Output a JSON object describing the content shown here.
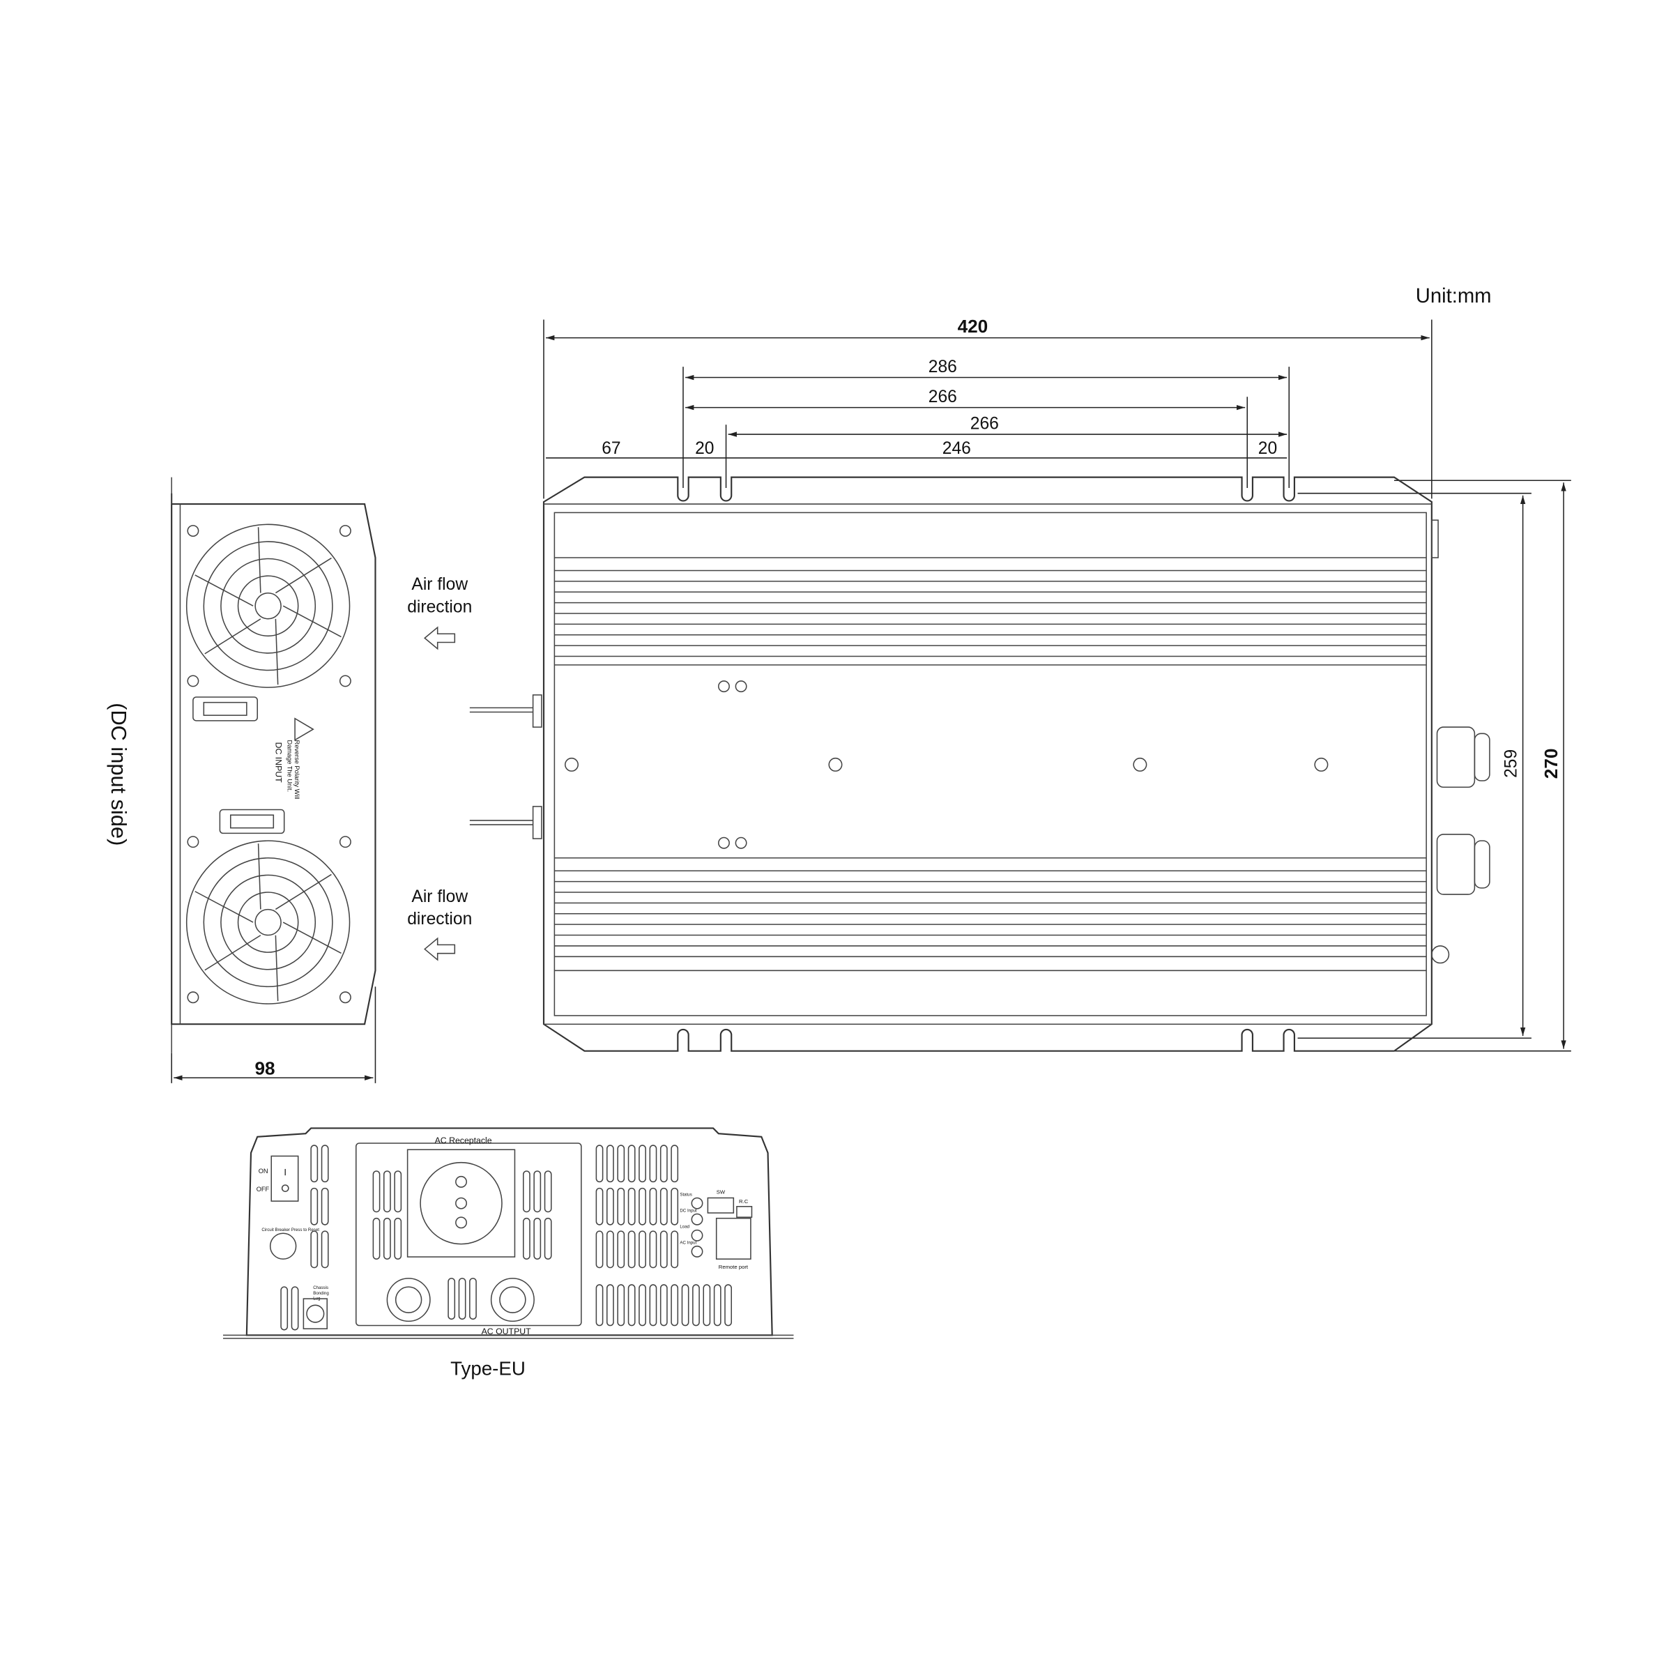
{
  "unit_label": "Unit:mm",
  "dimensions": {
    "overall_length": "420",
    "mount_outer": "286",
    "mount_266_a": "266",
    "mount_266_b": "266",
    "offset_67": "67",
    "slot_20_left": "20",
    "span_246": "246",
    "slot_20_right": "20",
    "inner_height": "259",
    "overall_height": "270",
    "side_width": "98"
  },
  "side_view": {
    "caption": "(DC input side)",
    "airflow_top": [
      "Air flow",
      "direction"
    ],
    "airflow_bottom": [
      "Air flow",
      "direction"
    ],
    "warning_line1": "Reverse Polarity Will",
    "warning_line2": "Damage The Unit.",
    "dc_input": "DC INPUT"
  },
  "front_panel": {
    "caption": "Type-EU",
    "ac_receptacle": "AC Receptacle",
    "ac_output": "AC OUTPUT",
    "switch_on": "ON",
    "switch_off": "OFF",
    "breaker": "Circuit Breaker Press to Reset",
    "bonding_lug": [
      "Chassis",
      "Bonding",
      "Lug"
    ],
    "leds": [
      "Status",
      "DC Input",
      "Load",
      "AC Input"
    ],
    "sw": "SW",
    "rc": "R.C",
    "remote_port": "Remote port"
  }
}
